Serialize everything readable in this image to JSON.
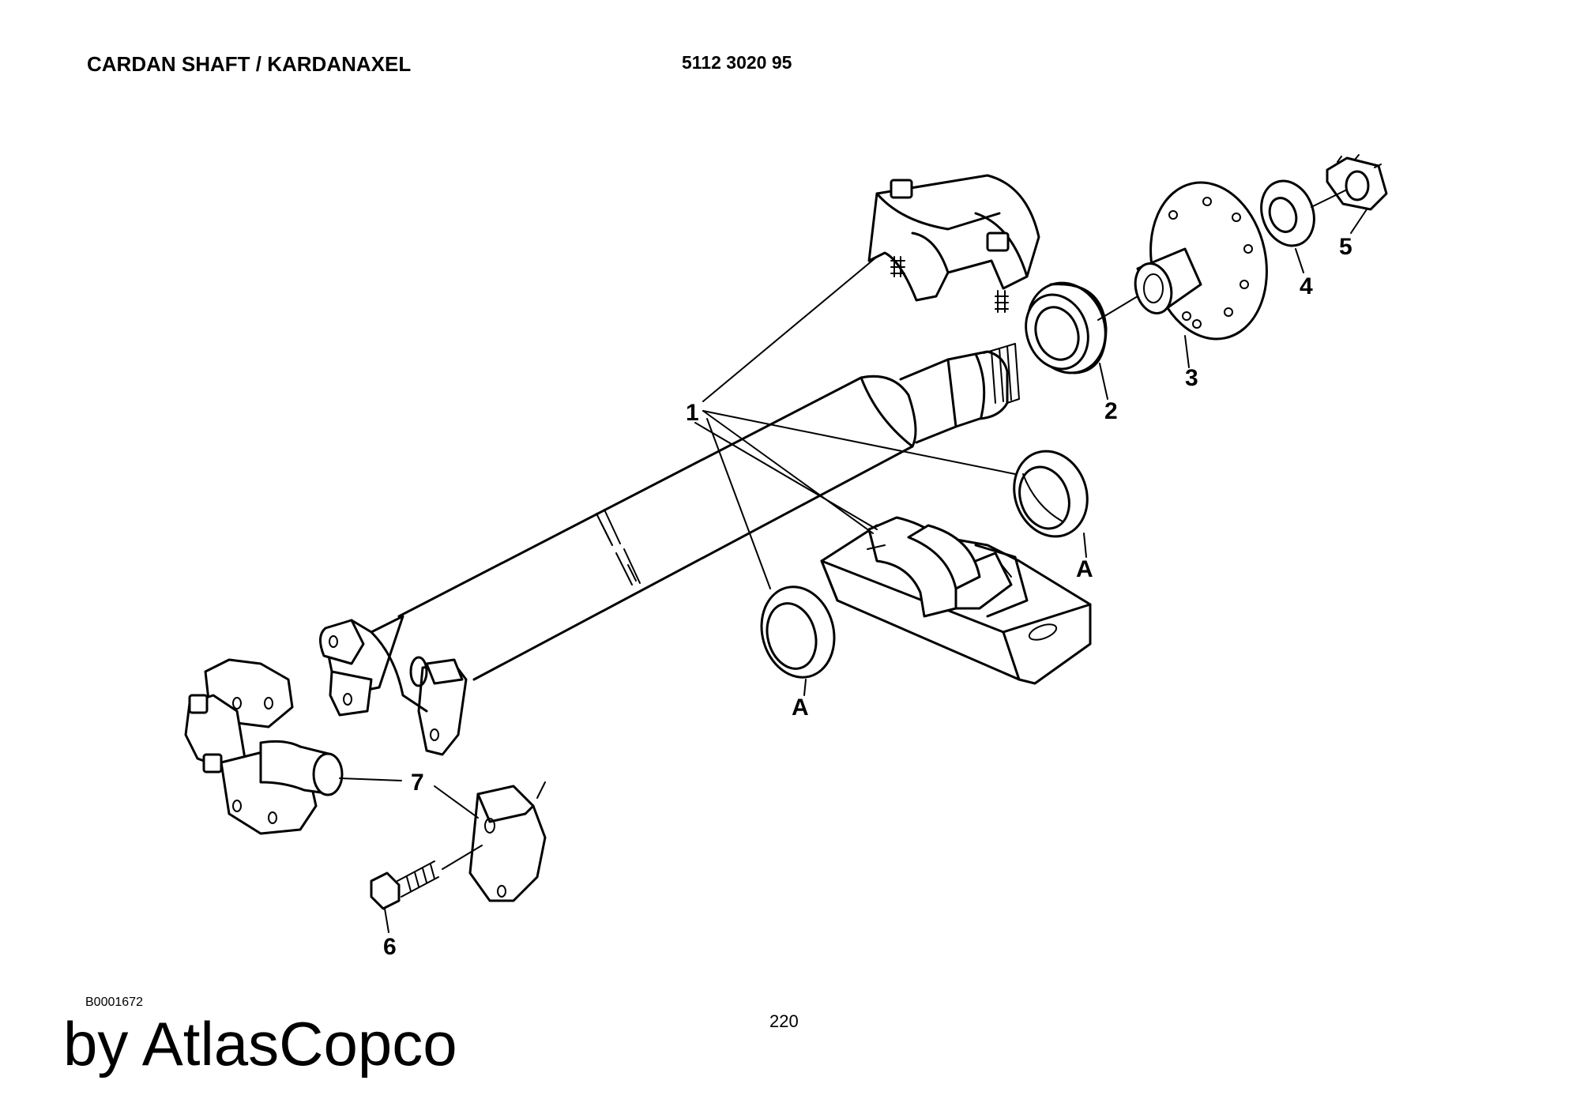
{
  "header": {
    "title": "CARDAN SHAFT / KARDANAXEL",
    "part_number": "5112 3020 95"
  },
  "callouts": [
    {
      "id": "1",
      "label": "1"
    },
    {
      "id": "2",
      "label": "2"
    },
    {
      "id": "3",
      "label": "3"
    },
    {
      "id": "4",
      "label": "4"
    },
    {
      "id": "5",
      "label": "5"
    },
    {
      "id": "6",
      "label": "6"
    },
    {
      "id": "7",
      "label": "7"
    },
    {
      "id": "A1",
      "label": "A"
    },
    {
      "id": "A2",
      "label": "A"
    }
  ],
  "footer": {
    "figure_ref": "B0001672",
    "page_number": "220",
    "brand": "by AtlasCopco"
  }
}
